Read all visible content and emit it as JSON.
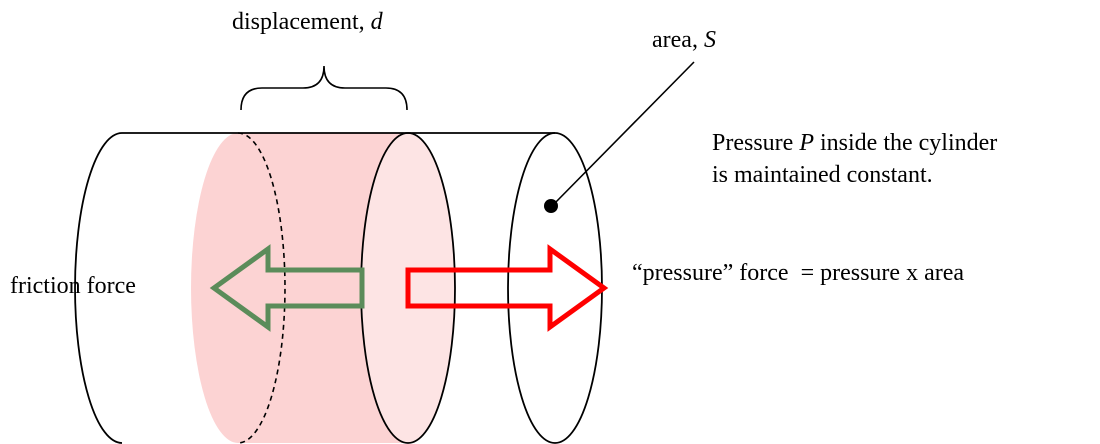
{
  "labels": {
    "displacement": "displacement,",
    "displacement_symbol": "d",
    "area": "area,",
    "area_symbol": "S",
    "pressure_line1_pre": "Pressure",
    "pressure_symbol": "P",
    "pressure_line1_post": "inside the cylinder",
    "pressure_line2": "is maintained constant.",
    "friction": "friction force",
    "pressure_force": "“pressure” force  = pressure x area"
  },
  "colors": {
    "outline": "#000000",
    "piston_fill": "#fcd3d3",
    "piston_face_fill": "#fde4e4",
    "friction_arrow": "#5b8c5a",
    "pressure_arrow": "#ff0000"
  }
}
